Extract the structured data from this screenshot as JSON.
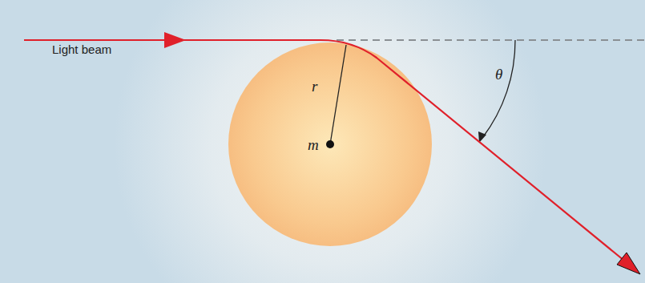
{
  "diagram": {
    "nodes": [
      {
        "text": [
          "r",
          "m"
        ]
      }
    ],
    "labels": [
      "Light beam",
      "θ"
    ]
  }
}
